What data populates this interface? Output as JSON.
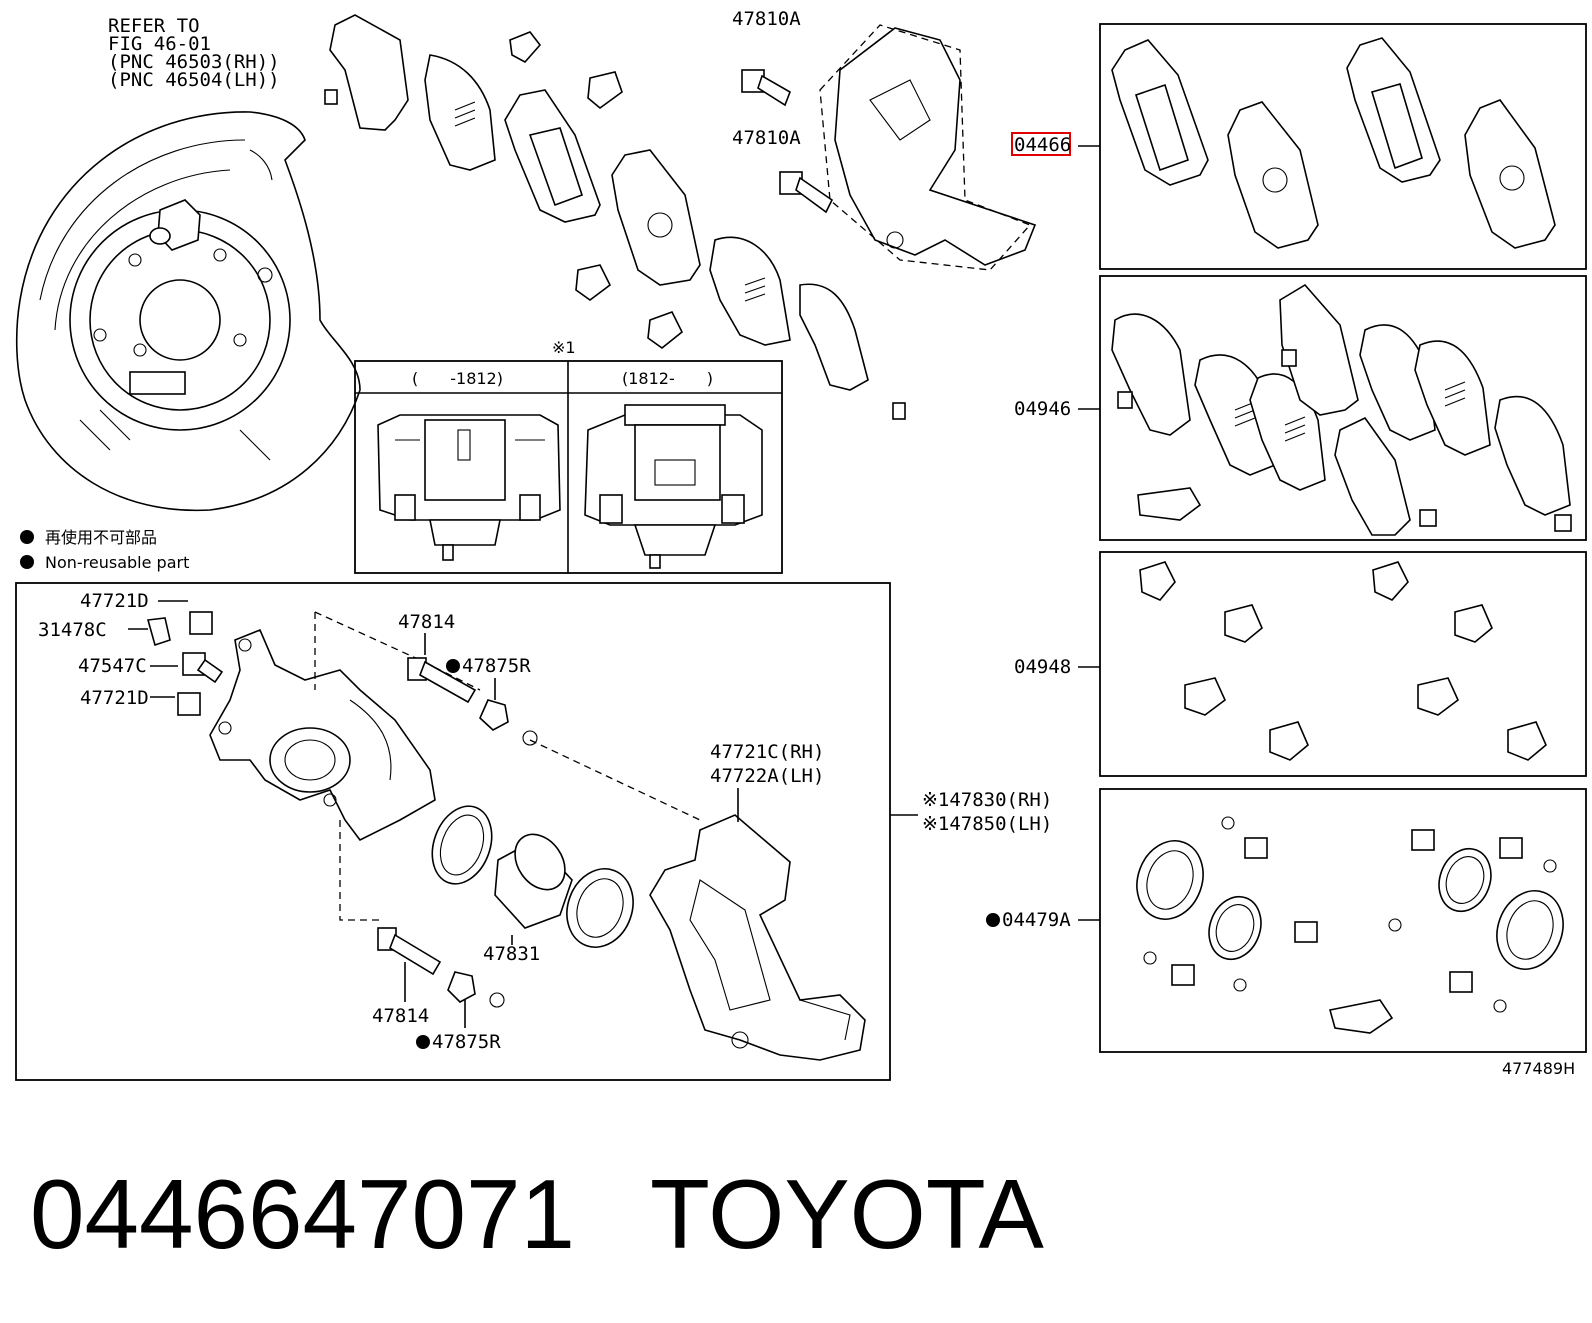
{
  "refer": {
    "line1": "REFER TO",
    "line2": "FIG 46-01",
    "line3": "(PNC 46503(RH))",
    "line4": "(PNC 46504(LH))"
  },
  "legend": {
    "jp": "再使用不可部品",
    "en": "Non-reusable part"
  },
  "inset": {
    "mark": "※1",
    "left_label": "(　　-1812)",
    "right_label": "(1812-　　)"
  },
  "callouts": {
    "p47810a_top": "47810A",
    "p47810a_mid": "47810A",
    "p04466": "04466",
    "p04946": "04946",
    "p04948": "04948",
    "p04479a": "04479A",
    "p47721d_a": "47721D",
    "p31478c": "31478C",
    "p47547c": "47547C",
    "p47721d_b": "47721D",
    "p47814_top": "47814",
    "p47875r_top": "47875R",
    "p47721c": "47721C(RH)",
    "p47722a": "47722A(LH)",
    "p47830": "※147830(RH)",
    "p47850": "※147850(LH)",
    "p47831": "47831",
    "p47814_bot": "47814",
    "p47875r_bot": "47875R"
  },
  "figure_code": "477489H",
  "footer": {
    "part_number": "0446647071",
    "brand": "TOYOTA"
  }
}
